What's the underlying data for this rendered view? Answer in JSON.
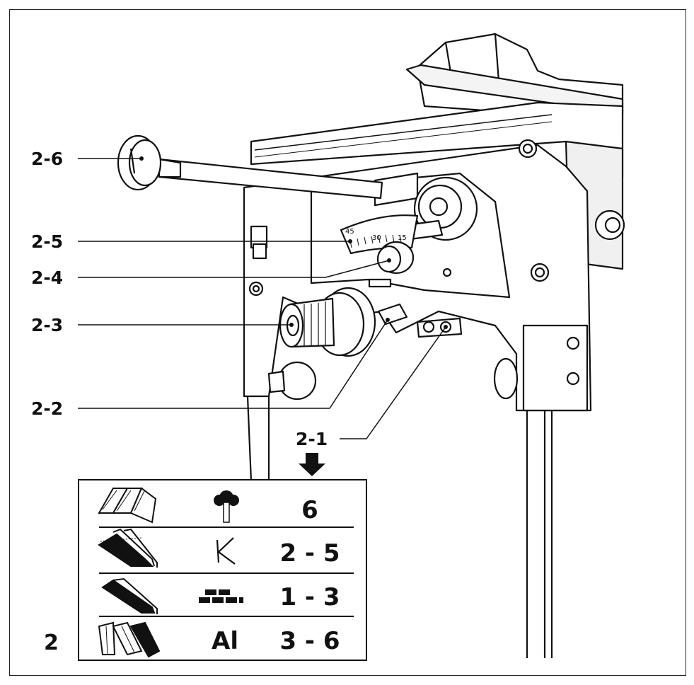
{
  "callouts": {
    "c6": "2-6",
    "c5": "2-5",
    "c4": "2-4",
    "c3": "2-3",
    "c2": "2-2",
    "c1": "2-1"
  },
  "scale_labels": [
    "45",
    "30",
    "15"
  ],
  "figure_number": "2",
  "speed_table": {
    "rows": [
      {
        "material": "wood",
        "icon": "tree-icon",
        "value": "6"
      },
      {
        "material": "plastic",
        "icon": "plastic-k-icon",
        "value": "2 - 5"
      },
      {
        "material": "ceramic",
        "icon": "tile-icon",
        "value": "1 - 3"
      },
      {
        "material": "aluminium",
        "icon_text": "Al",
        "value": "3 - 6"
      }
    ]
  }
}
